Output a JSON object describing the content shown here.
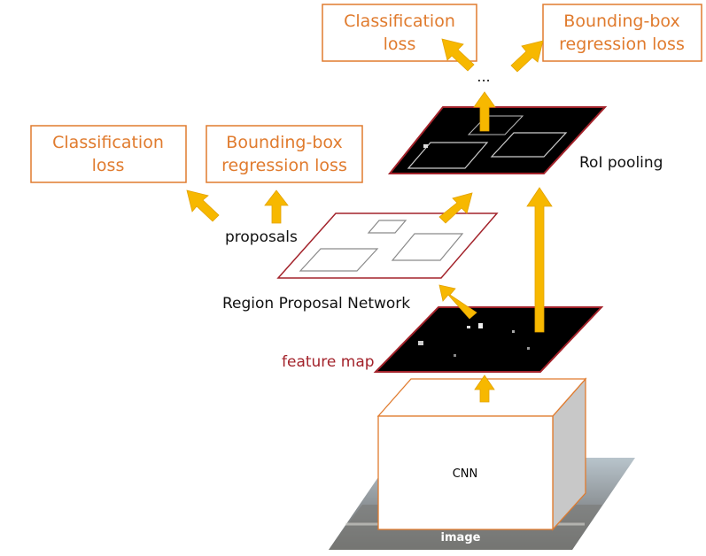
{
  "top_losses": {
    "classification": [
      "Classification",
      "loss"
    ],
    "bbox": [
      "Bounding-box",
      "regression loss"
    ]
  },
  "rpn_losses": {
    "classification": [
      "Classification",
      "loss"
    ],
    "bbox": [
      "Bounding-box",
      "regression loss"
    ]
  },
  "ellipsis": "...",
  "roi_pooling_label": "RoI pooling",
  "proposals_label": "proposals",
  "rpn_label": "Region Proposal Network",
  "feature_map_label": "feature map",
  "cnn_label": "CNN",
  "image_label": "image",
  "colors": {
    "loss_orange": "#E07B2E",
    "arrow_yellow": "#F7B800",
    "layer_red": "#A3232B",
    "cube_gray": "#C8C8C8"
  }
}
